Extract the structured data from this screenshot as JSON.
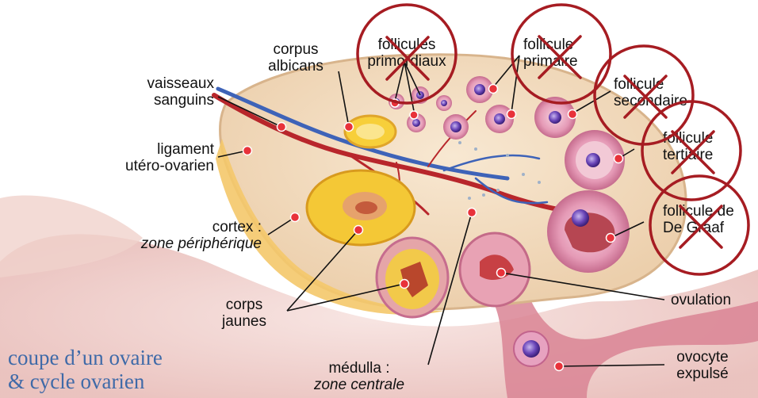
{
  "labels": {
    "corpus_albicans": [
      "corpus",
      "albicans"
    ],
    "vaisseaux_sanguins": [
      "vaisseaux",
      "sanguins"
    ],
    "ligament": [
      "ligament",
      "utéro-ovarien"
    ],
    "cortex": [
      "cortex :",
      "zone périphérique"
    ],
    "corps_jaunes": [
      "corps",
      "jaunes"
    ],
    "medulla": [
      "médulla :",
      "zone centrale"
    ],
    "follicules_primordiaux": [
      "follicules",
      "primordiaux"
    ],
    "follicule_primaire": [
      "follicule",
      "primaire"
    ],
    "follicule_secondaire": [
      "follicule",
      "secondaire"
    ],
    "follicule_tertiaire": [
      "follicule",
      "tertiaire"
    ],
    "follicule_de_graaf": [
      "follicule de",
      "De Graaf"
    ],
    "ovulation": "ovulation",
    "ovocyte_expulse": [
      "ovocyte",
      "expulsé"
    ]
  },
  "title": [
    "coupe d’un ovaire",
    "& cycle ovarien"
  ],
  "colors": {
    "cross_out": "#a61c22",
    "marker_dot": "#e8323a",
    "title_text": "#3f6aa8",
    "ovary_tissue": "#f2dcc0",
    "background_tissue": "#f1d3cf"
  },
  "crossed_out_labels": [
    "follicules primordiaux",
    "follicule primaire",
    "follicule secondaire",
    "follicule tertiaire",
    "follicule De Graaf"
  ]
}
